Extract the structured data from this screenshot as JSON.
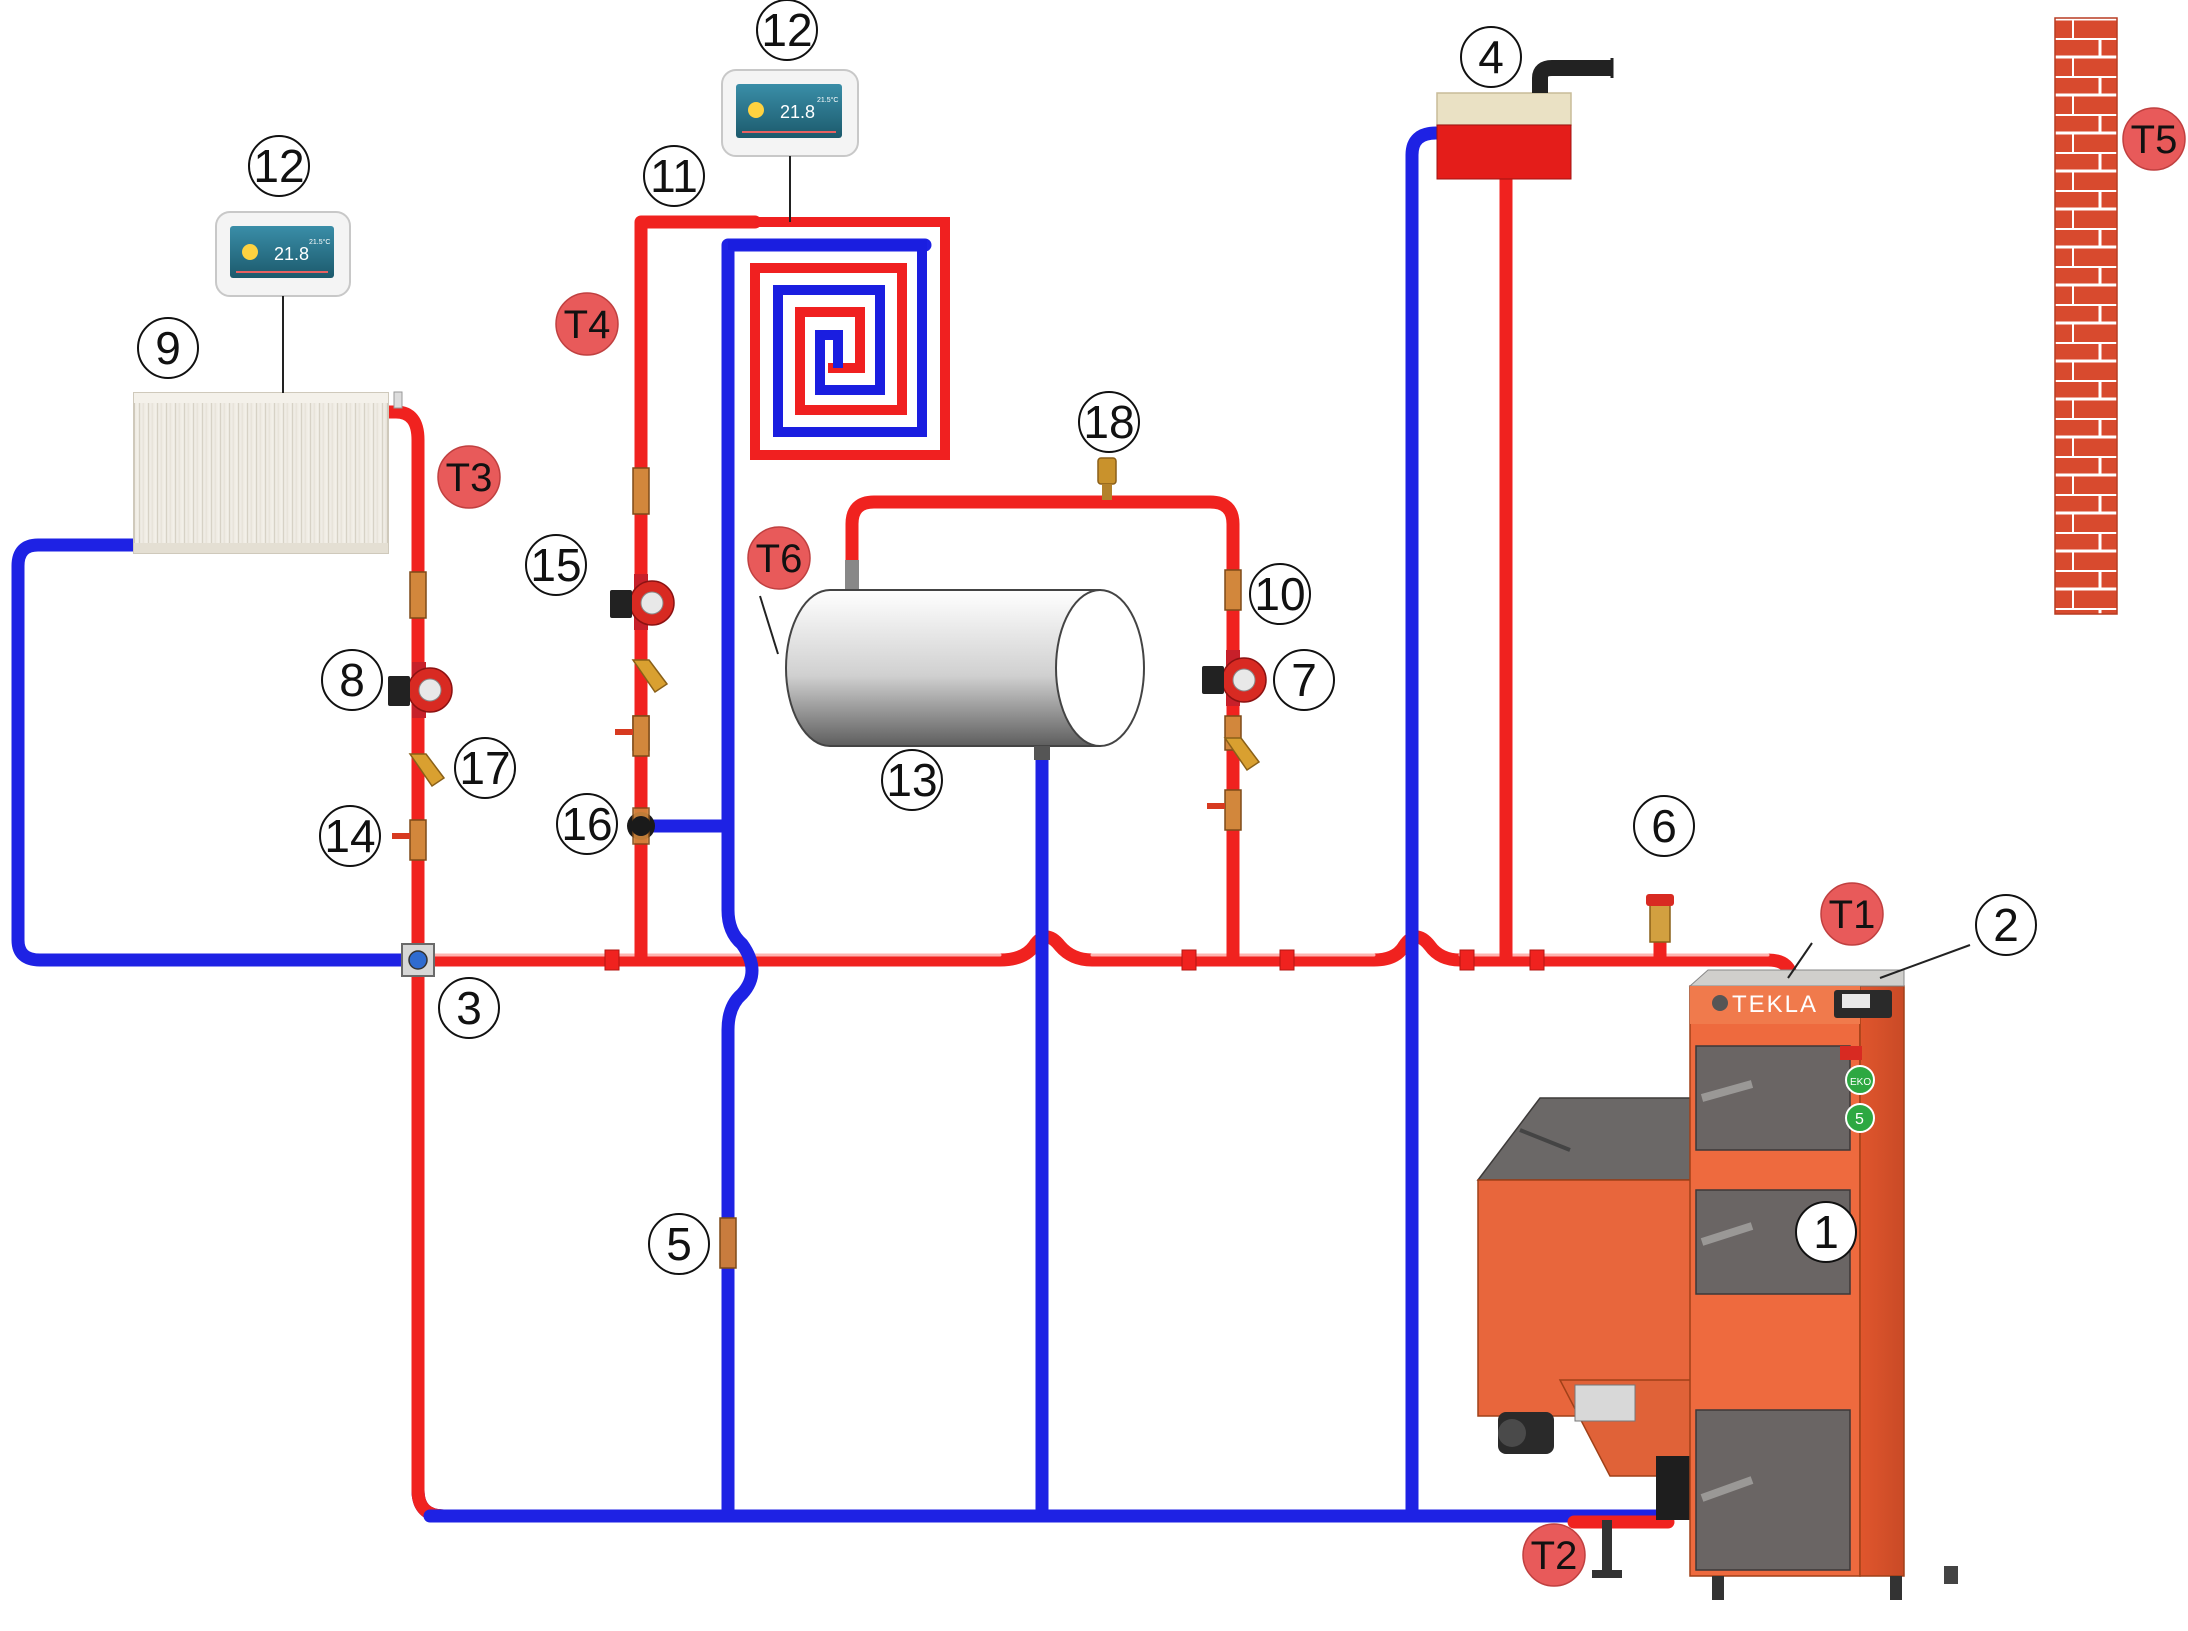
{
  "labels": {
    "n1": "1",
    "n2": "2",
    "n3": "3",
    "n4": "4",
    "n5": "5",
    "n6": "6",
    "n7": "7",
    "n8": "8",
    "n9": "9",
    "n10": "10",
    "n11": "11",
    "n12a": "12",
    "n12b": "12",
    "n13": "13",
    "n14": "14",
    "n15": "15",
    "n16": "16",
    "n17": "17",
    "n18": "18"
  },
  "temp_labels": {
    "t1": "T1",
    "t2": "T2",
    "t3": "T3",
    "t4": "T4",
    "t5": "T5",
    "t6": "T6"
  },
  "thermostats": [
    {
      "value": "21.8",
      "sub": "21.5°C"
    },
    {
      "value": "21.8",
      "sub": "21.5°C"
    }
  ],
  "boiler": {
    "brand": "TEKLA",
    "badge_top": "EKO",
    "badge_bottom": "5"
  },
  "colors": {
    "supply": "#f0221f",
    "return": "#1e22e4",
    "boiler_body": "#e8663c",
    "door": "#6a6564",
    "brick": "#d84a2e",
    "tank": "#c9c8c8"
  }
}
